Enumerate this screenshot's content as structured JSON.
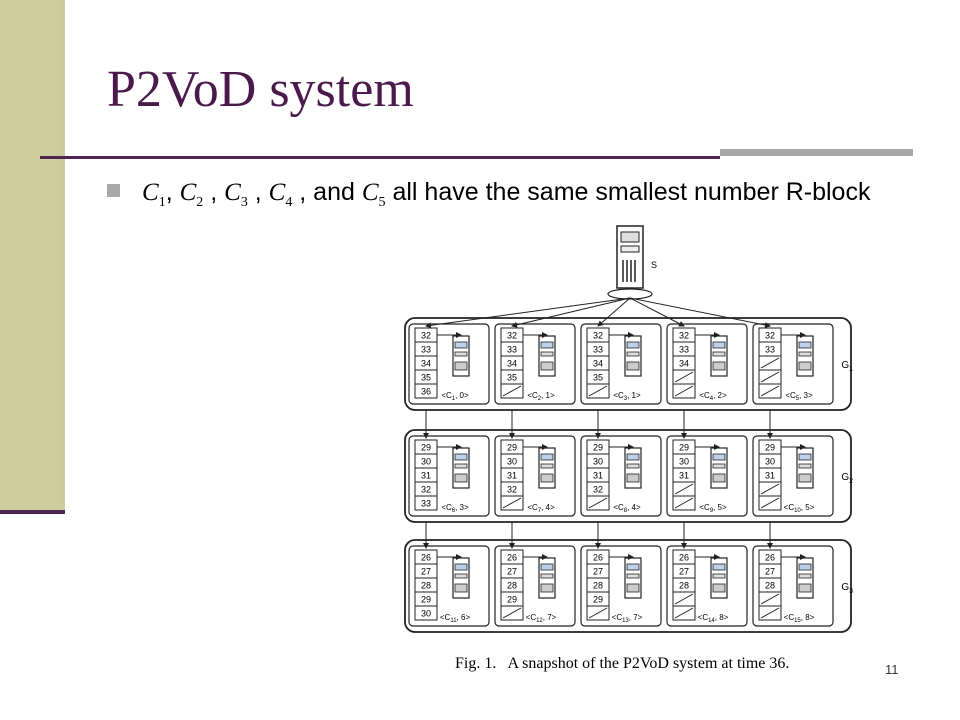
{
  "slide": {
    "title": "P2VoD system",
    "bullet": {
      "clients": [
        {
          "letter": "C",
          "sub": "1",
          "sep": ", "
        },
        {
          "letter": "C",
          "sub": "2",
          "sep": " , "
        },
        {
          "letter": "C",
          "sub": "3",
          "sep": " , "
        },
        {
          "letter": "C",
          "sub": "4",
          "sep": " , and "
        },
        {
          "letter": "C",
          "sub": "5",
          "sep": ""
        }
      ],
      "text_tail": " all have the same smallest number R-block"
    },
    "figure_caption": "Fig. 1.   A snapshot of the P2VoD system at time 36.",
    "page_number": "11"
  },
  "diagram": {
    "server_label": "S",
    "groups": [
      {
        "label": "G1",
        "label_main": "G",
        "label_sub": "1",
        "clients": [
          {
            "tag_main": "<C",
            "tag_sub": "1",
            "tag_tail": ", 0>",
            "blocks": [
              "32",
              "33",
              "34",
              "35",
              "36"
            ]
          },
          {
            "tag_main": "<C",
            "tag_sub": "2",
            "tag_tail": ", 1>",
            "blocks": [
              "32",
              "33",
              "34",
              "35",
              ""
            ]
          },
          {
            "tag_main": "<C",
            "tag_sub": "3",
            "tag_tail": ", 1>",
            "blocks": [
              "32",
              "33",
              "34",
              "35",
              ""
            ]
          },
          {
            "tag_main": "<C",
            "tag_sub": "4",
            "tag_tail": ", 2>",
            "blocks": [
              "32",
              "33",
              "34",
              "",
              ""
            ]
          },
          {
            "tag_main": "<C",
            "tag_sub": "5",
            "tag_tail": ", 3>",
            "blocks": [
              "32",
              "33",
              "",
              "",
              ""
            ]
          }
        ]
      },
      {
        "label": "G2",
        "label_main": "G",
        "label_sub": "2",
        "clients": [
          {
            "tag_main": "<C",
            "tag_sub": "6",
            "tag_tail": ", 3>",
            "blocks": [
              "29",
              "30",
              "31",
              "32",
              "33"
            ]
          },
          {
            "tag_main": "<C",
            "tag_sub": "7",
            "tag_tail": ", 4>",
            "blocks": [
              "29",
              "30",
              "31",
              "32",
              ""
            ]
          },
          {
            "tag_main": "<C",
            "tag_sub": "8",
            "tag_tail": ", 4>",
            "blocks": [
              "29",
              "30",
              "31",
              "32",
              ""
            ]
          },
          {
            "tag_main": "<C",
            "tag_sub": "9",
            "tag_tail": ", 5>",
            "blocks": [
              "29",
              "30",
              "31",
              "",
              ""
            ]
          },
          {
            "tag_main": "<C",
            "tag_sub": "10",
            "tag_tail": ", 5>",
            "blocks": [
              "29",
              "30",
              "31",
              "",
              ""
            ]
          }
        ]
      },
      {
        "label": "G3",
        "label_main": "G",
        "label_sub": "3",
        "clients": [
          {
            "tag_main": "<C",
            "tag_sub": "11",
            "tag_tail": ", 6>",
            "blocks": [
              "26",
              "27",
              "28",
              "29",
              "30"
            ]
          },
          {
            "tag_main": "<C",
            "tag_sub": "12",
            "tag_tail": ", 7>",
            "blocks": [
              "26",
              "27",
              "28",
              "29",
              ""
            ]
          },
          {
            "tag_main": "<C",
            "tag_sub": "13",
            "tag_tail": ", 7>",
            "blocks": [
              "26",
              "27",
              "28",
              "29",
              ""
            ]
          },
          {
            "tag_main": "<C",
            "tag_sub": "14",
            "tag_tail": ", 8>",
            "blocks": [
              "26",
              "27",
              "28",
              "",
              ""
            ]
          },
          {
            "tag_main": "<C",
            "tag_sub": "15",
            "tag_tail": ", 8>",
            "blocks": [
              "26",
              "27",
              "28",
              "",
              ""
            ]
          }
        ]
      }
    ]
  }
}
